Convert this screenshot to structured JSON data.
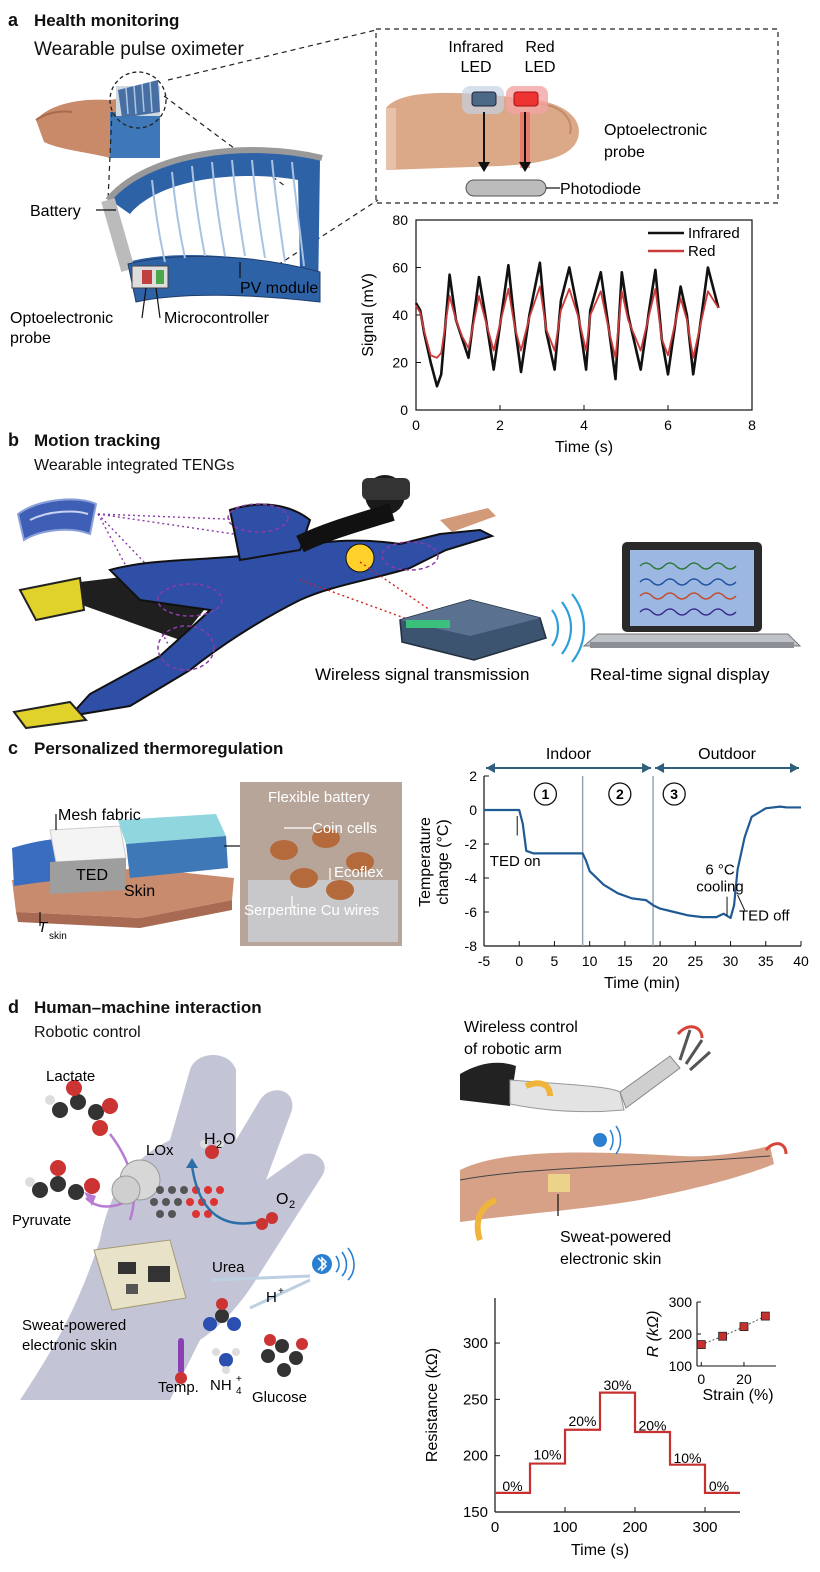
{
  "panel_a": {
    "letter": "a",
    "title": "Health monitoring",
    "subtitle": "Wearable pulse oximeter",
    "labels": {
      "infrared_led_1": "Infrared",
      "infrared_led_2": "LED",
      "red_led_1": "Red",
      "red_led_2": "LED",
      "opto_probe_1": "Optoelectronic",
      "opto_probe_2": "probe",
      "photodiode": "Photodiode",
      "battery": "Battery",
      "pv_module": "PV module",
      "opto_probe_left_1": "Optoelectronic",
      "opto_probe_left_2": "probe",
      "microcontroller": "Microcontroller"
    }
  },
  "panel_b": {
    "letter": "b",
    "title": "Motion tracking",
    "subtitle": "Wearable integrated TENGs",
    "labels": {
      "wireless": "Wireless signal transmission",
      "display": "Real-time signal display"
    }
  },
  "panel_c": {
    "letter": "c",
    "title": "Personalized thermoregulation",
    "labels": {
      "mesh_fabric": "Mesh fabric",
      "ted": "TED",
      "skin": "Skin",
      "tskin_main": "T",
      "tskin_sub": "skin",
      "flexible_battery": "Flexible battery",
      "coin_cells": "Coin cells",
      "ecoflex": "Ecoflex",
      "serpentine": "Serpentine Cu wires"
    }
  },
  "panel_d": {
    "letter": "d",
    "title": "Human–machine interaction",
    "subtitle": "Robotic control",
    "labels": {
      "lactate": "Lactate",
      "lox": "LOx",
      "h2o_h": "H",
      "h2o_2": "2",
      "h2o_o": "O",
      "o2_o": "O",
      "o2_2": "2",
      "pyruvate": "Pyruvate",
      "sweat_skin_1": "Sweat-powered",
      "sweat_skin_2": "electronic skin",
      "urea": "Urea",
      "hplus": "H",
      "hplus_sup": "+",
      "temp": "Temp.",
      "nh4": "NH",
      "nh4_sub": "4",
      "nh4_sup": "+",
      "glucose": "Glucose",
      "wireless_control_1": "Wireless control",
      "wireless_control_2": "of robotic arm",
      "sweat_skin_right_1": "Sweat-powered",
      "sweat_skin_right_2": "electronic skin"
    }
  },
  "colors": {
    "infrared": "#111111",
    "red": "#cc3b3b",
    "thermo_line": "#1f5a94",
    "resistance_line": "#c83030",
    "arrow_teal": "#2f5f7a",
    "skin_red": "#c84040"
  },
  "chart_data": [
    {
      "id": "pulse",
      "type": "line",
      "xlabel": "Time (s)",
      "ylabel": "Signal (mV)",
      "xlim": [
        0,
        8
      ],
      "ylim": [
        0,
        80
      ],
      "xticks": [
        0,
        2,
        4,
        6,
        8
      ],
      "yticks": [
        0,
        20,
        40,
        60,
        80
      ],
      "legend_position": "top-right",
      "series": [
        {
          "name": "Infrared",
          "color": "#111111",
          "x": [
            0,
            0.1,
            0.2,
            0.35,
            0.5,
            0.6,
            0.8,
            0.95,
            1.1,
            1.25,
            1.5,
            1.65,
            1.85,
            2.05,
            2.2,
            2.35,
            2.5,
            2.7,
            2.95,
            3.1,
            3.3,
            3.45,
            3.65,
            3.85,
            4.05,
            4.15,
            4.4,
            4.6,
            4.75,
            4.9,
            5.05,
            5.35,
            5.55,
            5.7,
            5.85,
            6.0,
            6.3,
            6.45,
            6.6,
            6.8,
            6.95,
            7.2
          ],
          "y": [
            45,
            42,
            32,
            20,
            10,
            15,
            57,
            38,
            30,
            22,
            56,
            40,
            17,
            42,
            61,
            36,
            16,
            40,
            62,
            33,
            17,
            46,
            60,
            42,
            17,
            42,
            58,
            33,
            13,
            58,
            40,
            17,
            42,
            59,
            30,
            15,
            52,
            40,
            15,
            40,
            60,
            43
          ]
        },
        {
          "name": "Red",
          "color": "#cc3b3b",
          "x": [
            0,
            0.1,
            0.2,
            0.35,
            0.5,
            0.6,
            0.8,
            0.95,
            1.1,
            1.25,
            1.5,
            1.65,
            1.85,
            2.05,
            2.2,
            2.35,
            2.5,
            2.7,
            2.95,
            3.1,
            3.3,
            3.45,
            3.65,
            3.85,
            4.05,
            4.15,
            4.4,
            4.6,
            4.75,
            4.9,
            5.05,
            5.35,
            5.55,
            5.7,
            5.85,
            6.0,
            6.3,
            6.45,
            6.6,
            6.8,
            6.95,
            7.2
          ],
          "y": [
            44,
            41,
            33,
            23,
            22,
            24,
            48,
            38,
            31,
            26,
            48,
            38,
            25,
            40,
            51,
            35,
            25,
            39,
            52,
            34,
            25,
            42,
            51,
            40,
            25,
            40,
            50,
            33,
            22,
            50,
            38,
            25,
            40,
            51,
            30,
            23,
            47,
            38,
            22,
            38,
            50,
            43
          ]
        }
      ]
    },
    {
      "id": "thermo",
      "type": "line",
      "xlabel": "Time (min)",
      "ylabel": "Temperature change (°C)",
      "ylabel_1": "Temperature",
      "ylabel_2": "change (°C)",
      "xlim": [
        -5,
        40
      ],
      "ylim": [
        -8,
        2
      ],
      "xticks": [
        -5,
        0,
        5,
        10,
        15,
        20,
        25,
        30,
        35,
        40
      ],
      "yticks": [
        2,
        0,
        -2,
        -4,
        -6,
        -8
      ],
      "regions": [
        {
          "label": "Indoor",
          "start": -5,
          "end": 19
        },
        {
          "label": "Outdoor",
          "start": 19,
          "end": 40
        }
      ],
      "phase_markers": [
        {
          "label": "1",
          "x": 4,
          "end": 9
        },
        {
          "label": "2",
          "x": 14,
          "end": 19
        },
        {
          "label": "3",
          "x": 22
        }
      ],
      "dividers": [
        9,
        19
      ],
      "annotations": [
        {
          "text": "TED on",
          "x": 0,
          "y": -0.3
        },
        {
          "text": "6 °C",
          "x": 28.5,
          "y": -3.8
        },
        {
          "text": "cooling",
          "x": 28.5,
          "y": -4.6
        },
        {
          "text": "TED off",
          "x": 31,
          "y": -6.0
        }
      ],
      "series": [
        {
          "name": "",
          "color": "#1f5a94",
          "x": [
            -5,
            -3,
            -1,
            0,
            0.5,
            1,
            2,
            5,
            9,
            9.5,
            10,
            12,
            14,
            16,
            18,
            19,
            20,
            22,
            24,
            26,
            28,
            29,
            30,
            30.5,
            31,
            32,
            33,
            35,
            37,
            38,
            40
          ],
          "y": [
            0,
            0,
            0,
            0,
            -0.8,
            -2.4,
            -2.55,
            -2.55,
            -2.55,
            -3.0,
            -3.6,
            -4.4,
            -4.9,
            -5.2,
            -5.3,
            -5.6,
            -5.8,
            -6.0,
            -6.2,
            -6.3,
            -6.3,
            -6.1,
            -6.35,
            -5.6,
            -3.5,
            -1.6,
            -0.4,
            0.1,
            0.2,
            0.15,
            0.15
          ]
        }
      ]
    },
    {
      "id": "resistance",
      "type": "line",
      "xlabel": "Time (s)",
      "ylabel": "Resistance (kΩ)",
      "xlim": [
        0,
        350
      ],
      "ylim": [
        150,
        340
      ],
      "xticks": [
        0,
        100,
        200,
        300
      ],
      "yticks": [
        150,
        200,
        250,
        300
      ],
      "step_labels": [
        {
          "text": "0%",
          "x": 25,
          "y": 172
        },
        {
          "text": "10%",
          "x": 75,
          "y": 200
        },
        {
          "text": "20%",
          "x": 125,
          "y": 230
        },
        {
          "text": "30%",
          "x": 175,
          "y": 262
        },
        {
          "text": "20%",
          "x": 225,
          "y": 226
        },
        {
          "text": "10%",
          "x": 275,
          "y": 197
        },
        {
          "text": "0%",
          "x": 320,
          "y": 172
        }
      ],
      "series": [
        {
          "name": "",
          "color": "#c83030",
          "x": [
            0,
            50,
            50,
            100,
            100,
            150,
            150,
            200,
            200,
            250,
            250,
            300,
            300,
            350
          ],
          "y": [
            167,
            167,
            193,
            193,
            223,
            223,
            256,
            256,
            221,
            221,
            192,
            192,
            167,
            167
          ]
        }
      ]
    },
    {
      "id": "inset",
      "type": "scatter",
      "xlabel": "Strain (%)",
      "ylabel": "R (kΩ)",
      "xlim": [
        -2,
        35
      ],
      "ylim": [
        100,
        300
      ],
      "xticks": [
        0,
        20
      ],
      "yticks": [
        100,
        200,
        300
      ],
      "series": [
        {
          "name": "",
          "color": "#c83030",
          "x": [
            0,
            10,
            20,
            30
          ],
          "y": [
            167,
            193,
            223,
            256
          ]
        }
      ]
    }
  ]
}
